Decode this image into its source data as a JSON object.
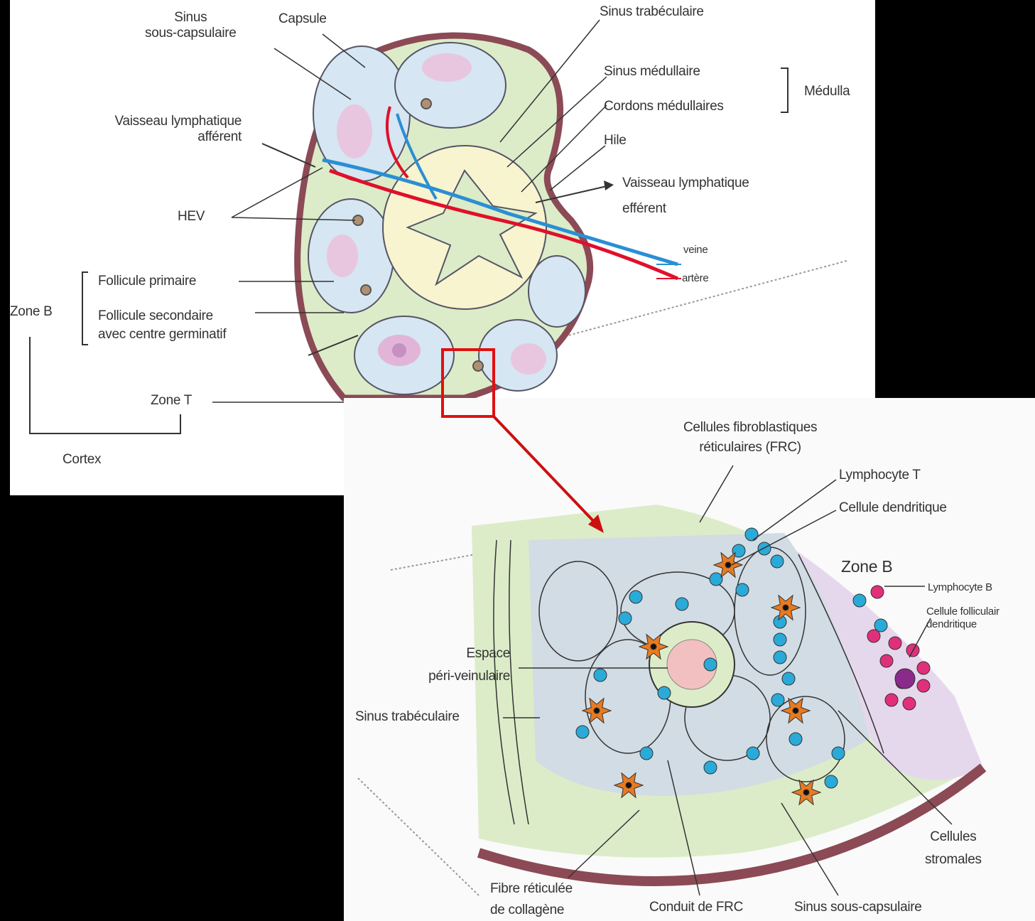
{
  "top": {
    "sinus_sous_capsulaire": [
      "Sinus",
      "sous-capsulaire"
    ],
    "capsule": "Capsule",
    "sinus_trabeculaire": "Sinus trabéculaire",
    "sinus_medullaire": "Sinus médullaire",
    "cordons_medullaires": "Cordons médullaires",
    "medulla": "Médulla",
    "hile": "Hile",
    "vaisseau_afferent": [
      "Vaisseau lymphatique",
      "afférent"
    ],
    "vaisseau_efferent": [
      "Vaisseau lymphatique",
      "efférent"
    ],
    "hev": "HEV",
    "veine": "veine",
    "artere": "artère",
    "follicule_primaire": "Follicule primaire",
    "zone_b": "Zone B",
    "follicule_secondaire": [
      "Follicule secondaire",
      "avec centre germinatif"
    ],
    "zone_t": "Zone T",
    "cortex": "Cortex"
  },
  "bottom": {
    "frc": [
      "Cellules fibroblastiques",
      "réticulaires (FRC)"
    ],
    "lymphocyte_t": "Lymphocyte T",
    "cellule_dendritique": "Cellule dendritique",
    "zone_b": "Zone B",
    "lymphocyte_b": "Lymphocyte B",
    "cellule_folliculaire": [
      "Cellule folliculair",
      "dendritique"
    ],
    "espace_peri": [
      "Espace",
      "péri-veinulaire"
    ],
    "sinus_trabeculaire": "Sinus trabéculaire",
    "cellules_stromales": [
      "Cellules",
      "stromales"
    ],
    "fibre_reticulee": [
      "Fibre réticulée",
      "de collagène"
    ],
    "conduit_frc": "Conduit de FRC",
    "sinus_sous_capsulaire": "Sinus sous-capsulaire"
  },
  "colors": {
    "capsule": "#8b4a55",
    "tissue": "#dcecc8",
    "follicle": "#d6e6f2",
    "medulla_core": "#f7f4cf",
    "germinal": "#e2b5d8",
    "artery": "#e0102a",
    "vein": "#2a8fd4",
    "highlight_box": "#e01010",
    "t_cell": "#2aaad8",
    "b_cell": "#e0307a",
    "dendritic": "#e87a20"
  }
}
